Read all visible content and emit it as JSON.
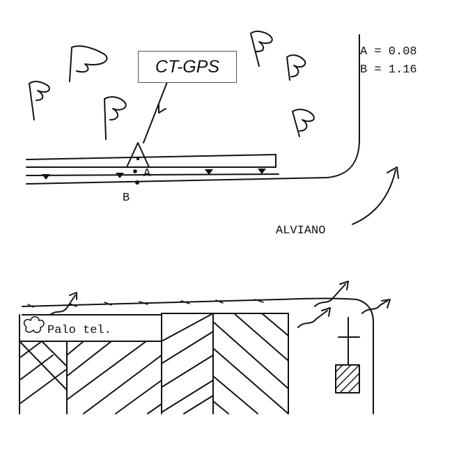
{
  "top_sketch": {
    "station_label": "CT-GPS",
    "readings": [
      {
        "text": "A = 0.08"
      },
      {
        "text": "B = 1.16"
      }
    ],
    "point_a": "A",
    "point_b": "B",
    "place_name": "ALVIANO"
  },
  "bottom_sketch": {
    "pole_label": "Palo tel."
  },
  "icons": {
    "tree_symbol": "tree-flag-icon",
    "station_symbol": "triangle-marker-icon",
    "bush_symbol": "bush-icon",
    "cross_symbol": "cross-icon"
  }
}
